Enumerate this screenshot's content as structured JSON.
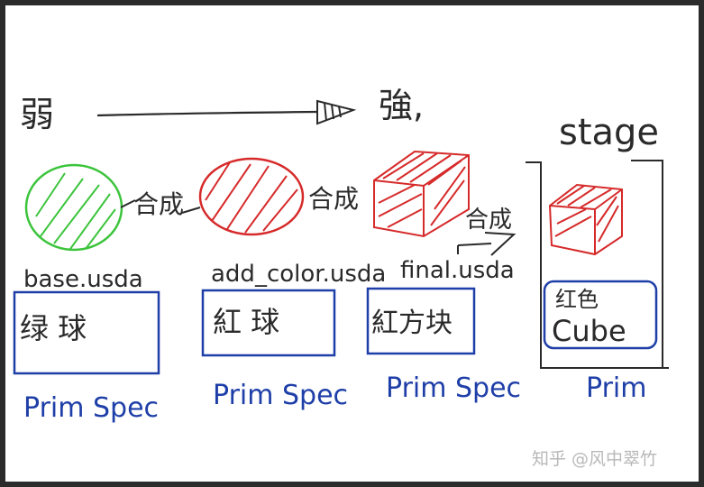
{
  "flow": {
    "weak_label": "弱",
    "strong_label": "強,"
  },
  "layers": [
    {
      "filename": "base.usda",
      "box_text": "绿 球",
      "spec_label": "Prim Spec"
    },
    {
      "filename": "add_color.usda",
      "box_text": "紅 球",
      "spec_label": "Prim Spec"
    },
    {
      "filename": "final.usda",
      "box_text": "紅方块",
      "spec_label": "Prim Spec"
    }
  ],
  "compose_labels": [
    "合成",
    "合成",
    "合成"
  ],
  "stage": {
    "title": "stage",
    "box_text_line1": "红色",
    "box_text_line2": "Cube",
    "prim_label": "Prim"
  },
  "watermark": "知乎 @风中翠竹",
  "colors": {
    "background": "#ffffff",
    "frame": "#2b2b2b",
    "ink": "#2a2a2a",
    "green": "#3cc43c",
    "red": "#d62a2a",
    "blue": "#1f3fa8"
  }
}
